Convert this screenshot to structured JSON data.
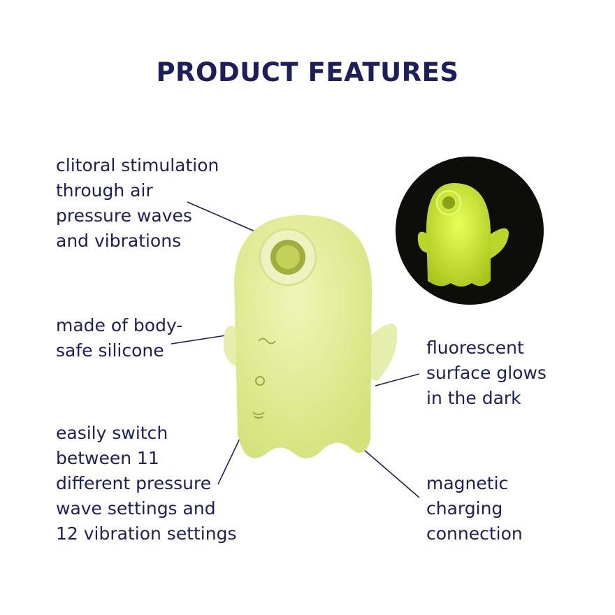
{
  "title": "PRODUCT FEATURES",
  "colors": {
    "text": "#1c1f5c",
    "device": "#e3ee9a",
    "glow": "#d6f03a",
    "dark": "#0d0d0a"
  },
  "features": {
    "air_pressure": "clitoral stimulation\nthrough air\npressure waves\nand vibrations",
    "silicone": "made of body-\nsafe silicone",
    "settings": "easily switch\nbetween 11\ndifferent pressure\nwave settings and\n12 vibration settings",
    "fluorescent": "fluorescent\nsurface glows\nin the dark",
    "charging": "magnetic\ncharging\nconnection"
  }
}
